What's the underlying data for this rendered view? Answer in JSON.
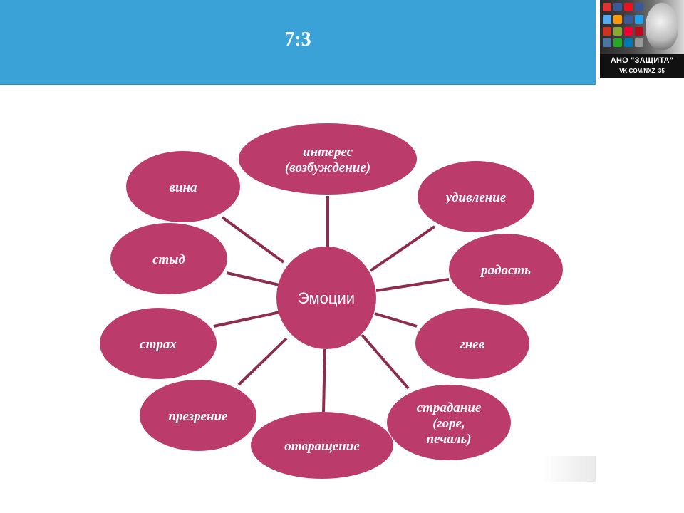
{
  "slide": {
    "title": "7:3"
  },
  "logo": {
    "line1": "АНО \"ЗАЩИТА\"",
    "line2": "VK.COM/NXZ_35"
  },
  "diagram": {
    "center": "Эмоции",
    "nodes": [
      {
        "id": "interest",
        "lines": [
          "интерес",
          "(возбуждение)"
        ]
      },
      {
        "id": "surprise",
        "lines": [
          "удивление"
        ]
      },
      {
        "id": "joy",
        "lines": [
          "радость"
        ]
      },
      {
        "id": "anger",
        "lines": [
          "гнев"
        ]
      },
      {
        "id": "suffering",
        "lines": [
          "страдание",
          "(горе,",
          "печаль)"
        ]
      },
      {
        "id": "disgust",
        "lines": [
          "отвращение"
        ]
      },
      {
        "id": "contempt",
        "lines": [
          "презрение"
        ]
      },
      {
        "id": "fear",
        "lines": [
          "страх"
        ]
      },
      {
        "id": "shame",
        "lines": [
          "стыд"
        ]
      },
      {
        "id": "guilt",
        "lines": [
          "вина"
        ]
      }
    ],
    "colors": {
      "node": "#bb3b6a",
      "line": "#8c2d4d",
      "header": "#3aa2d6"
    }
  }
}
